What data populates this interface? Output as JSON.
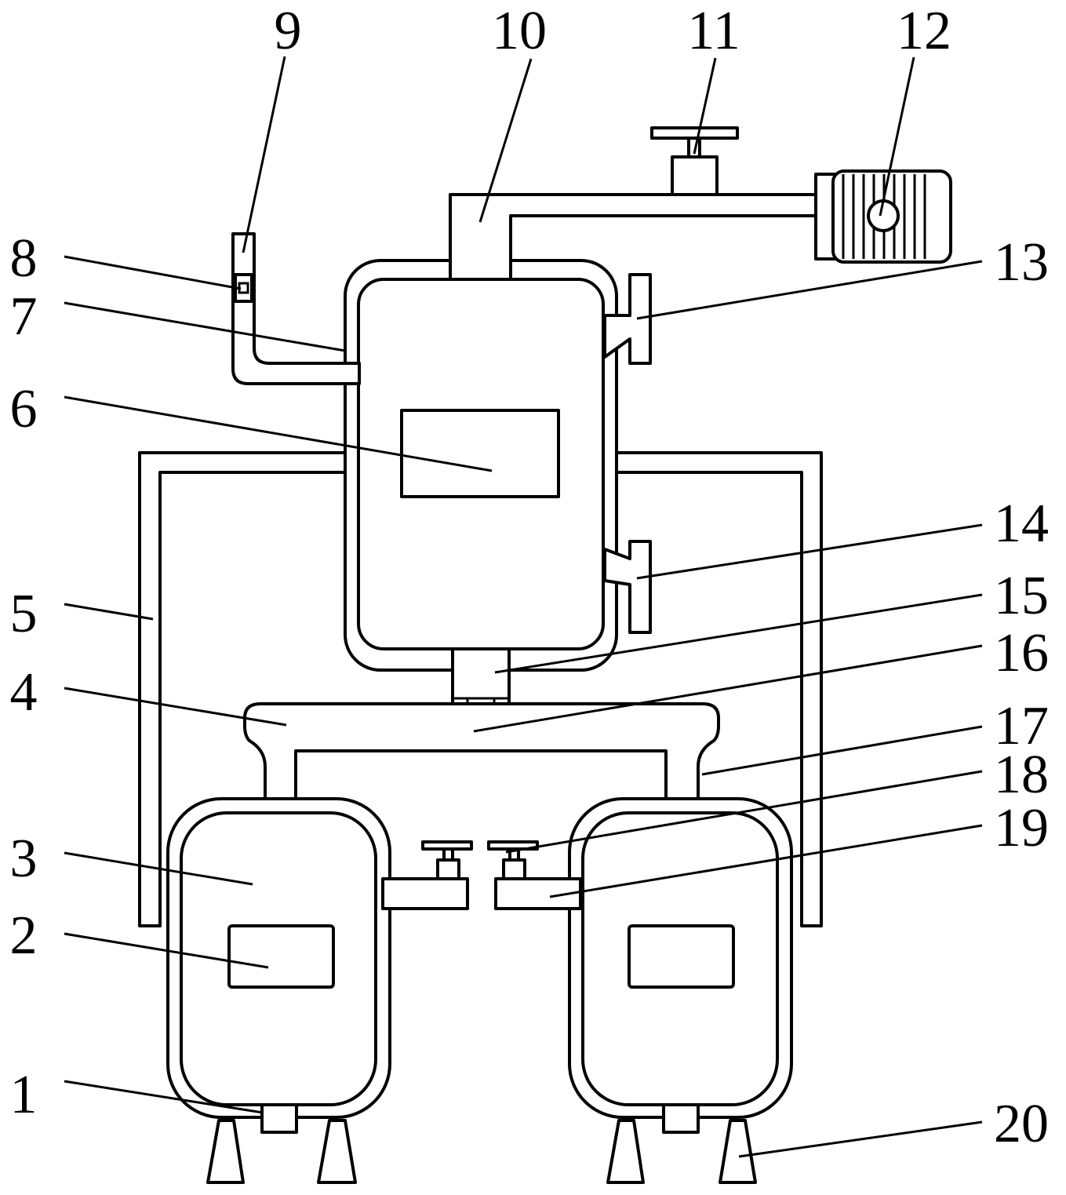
{
  "callouts": [
    {
      "id": "1",
      "label": "1"
    },
    {
      "id": "2",
      "label": "2"
    },
    {
      "id": "3",
      "label": "3"
    },
    {
      "id": "4",
      "label": "4"
    },
    {
      "id": "5",
      "label": "5"
    },
    {
      "id": "6",
      "label": "6"
    },
    {
      "id": "7",
      "label": "7"
    },
    {
      "id": "8",
      "label": "8"
    },
    {
      "id": "9",
      "label": "9"
    },
    {
      "id": "10",
      "label": "10"
    },
    {
      "id": "11",
      "label": "11"
    },
    {
      "id": "12",
      "label": "12"
    },
    {
      "id": "13",
      "label": "13"
    },
    {
      "id": "14",
      "label": "14"
    },
    {
      "id": "15",
      "label": "15"
    },
    {
      "id": "16",
      "label": "16"
    },
    {
      "id": "17",
      "label": "17"
    },
    {
      "id": "18",
      "label": "18"
    },
    {
      "id": "19",
      "label": "19"
    },
    {
      "id": "20",
      "label": "20"
    }
  ],
  "colors": {
    "line": "#000000",
    "background": "#ffffff"
  }
}
